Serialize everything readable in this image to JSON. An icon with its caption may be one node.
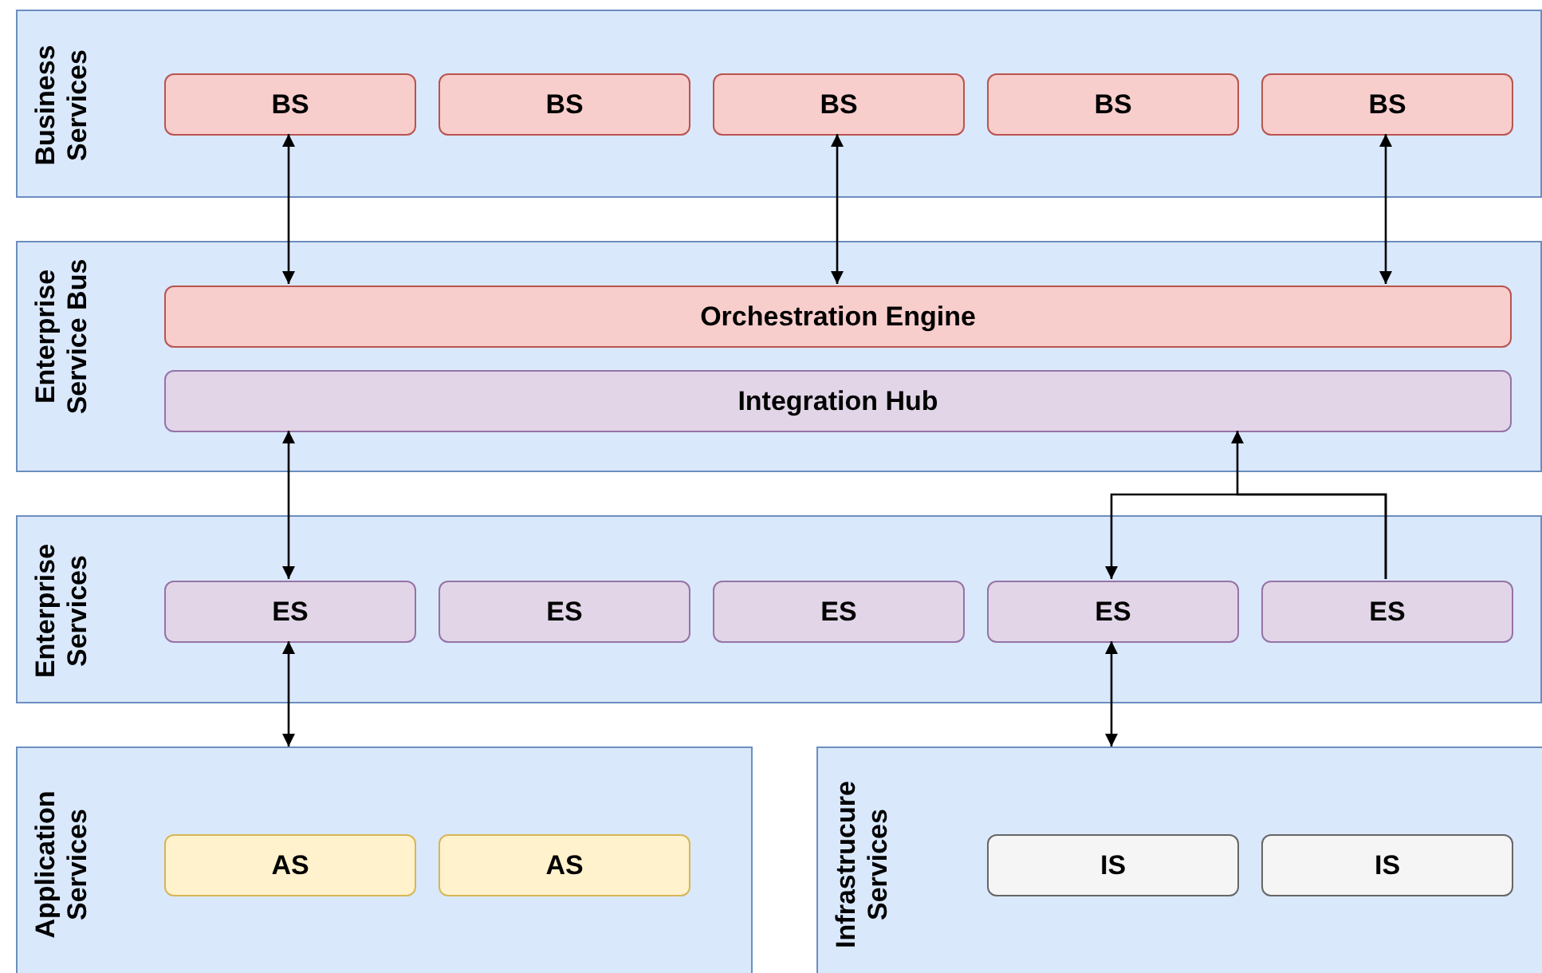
{
  "diagram": {
    "nodes": [
      {
        "text": [
          "Business Services"
        ]
      },
      {
        "text": [
          "BS"
        ],
        "in": 0
      },
      {
        "text": [
          "BS"
        ],
        "in": 0
      },
      {
        "text": [
          "BS"
        ],
        "in": 0
      },
      {
        "text": [
          "BS"
        ],
        "in": 0
      },
      {
        "text": [
          "BS"
        ],
        "in": 0
      },
      {
        "text": [
          "Enterprise Service Bus"
        ]
      },
      {
        "text": [
          "Orchestration Engine"
        ],
        "in": 6
      },
      {
        "text": [
          "Integration Hub"
        ],
        "in": 6
      },
      {
        "text": [
          "Enterprise Services"
        ]
      },
      {
        "text": [
          "ES"
        ],
        "in": 9
      },
      {
        "text": [
          "ES"
        ],
        "in": 9
      },
      {
        "text": [
          "ES"
        ],
        "in": 9
      },
      {
        "text": [
          "ES"
        ],
        "in": 9
      },
      {
        "text": [
          "ES"
        ],
        "in": 9
      },
      {
        "text": [
          "Application Services"
        ]
      },
      {
        "text": [
          "AS"
        ],
        "in": 15
      },
      {
        "text": [
          "AS"
        ],
        "in": 15
      },
      {
        "text": [
          "Infrastrucure Services"
        ]
      },
      {
        "text": [
          "IS"
        ],
        "in": 18
      },
      {
        "text": [
          "IS"
        ],
        "in": 18
      }
    ],
    "edges": [
      {
        "from": 1,
        "to": 7,
        "arrow": "both"
      },
      {
        "from": 3,
        "to": 7,
        "arrow": "both"
      },
      {
        "from": 5,
        "to": 7,
        "arrow": "both"
      },
      {
        "from": 8,
        "to": 10,
        "arrow": "both"
      },
      {
        "from": 14,
        "to": 8,
        "arrow": "to"
      },
      {
        "from": 14,
        "to": 13,
        "arrow": "to"
      },
      {
        "from": 10,
        "to": 15,
        "arrow": "both"
      },
      {
        "from": 13,
        "to": 18,
        "arrow": "both"
      }
    ]
  }
}
